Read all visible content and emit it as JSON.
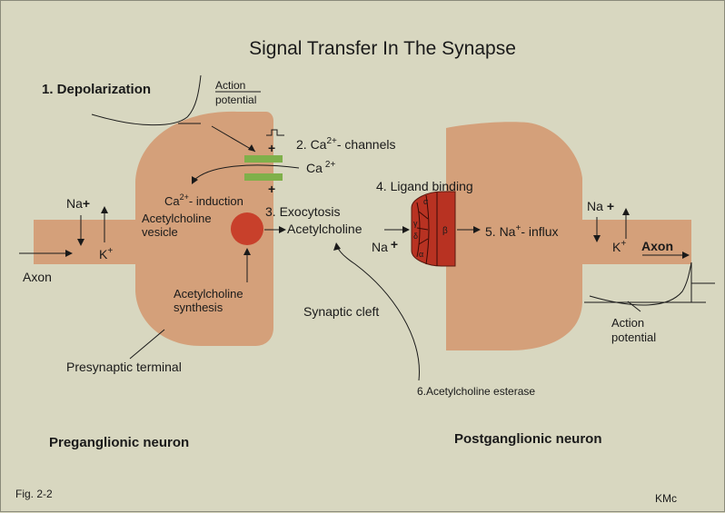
{
  "title": "Signal Transfer In The Synapse",
  "labels": {
    "depolarization": "1. Depolarization",
    "action_potential_left": [
      "Action",
      "potential"
    ],
    "ca_channels_prefix": "2. Ca",
    "ca_channels_sup": "2+",
    "ca_channels_suffix": "- channels",
    "ca_ion": "Ca",
    "ca_ion_sup": "2+",
    "ca_induction": "Ca",
    "ca_induction_sup": "2+",
    "ca_induction_suffix": "- induction",
    "ach_vesicle": [
      "Acetylcholine",
      "vesicle"
    ],
    "exocytosis": "3. Exocytosis",
    "acetylcholine": "Acetylcholine",
    "ach_synthesis": [
      "Acetylcholine",
      "synthesis"
    ],
    "synaptic_cleft": "Synaptic cleft",
    "presynaptic_terminal": "Presynaptic terminal",
    "ligand_binding": "4. Ligand binding",
    "na_influx_prefix": "5. Na",
    "na_influx_sup": "+",
    "na_influx_suffix": "- influx",
    "esterase": "6.Acetylcholine esterase",
    "axon_left": "Axon",
    "axon_right": "Axon",
    "na": "Na",
    "k": "K",
    "plus": "+",
    "action_potential_right": [
      "Action",
      "potential"
    ],
    "preganglionic": "Preganglionic neuron",
    "postganglionic": "Postganglionic neuron",
    "figure": "Fig. 2-2",
    "author": "KMc",
    "receptor_alpha": "α",
    "receptor_beta": "β",
    "receptor_gamma": "γ",
    "receptor_delta": "δ"
  },
  "colors": {
    "background": "#d8d7c0",
    "neuron": "#d4a07a",
    "vesicle": "#c8402b",
    "receptor": "#b83222",
    "channel": "#7fb04a"
  }
}
